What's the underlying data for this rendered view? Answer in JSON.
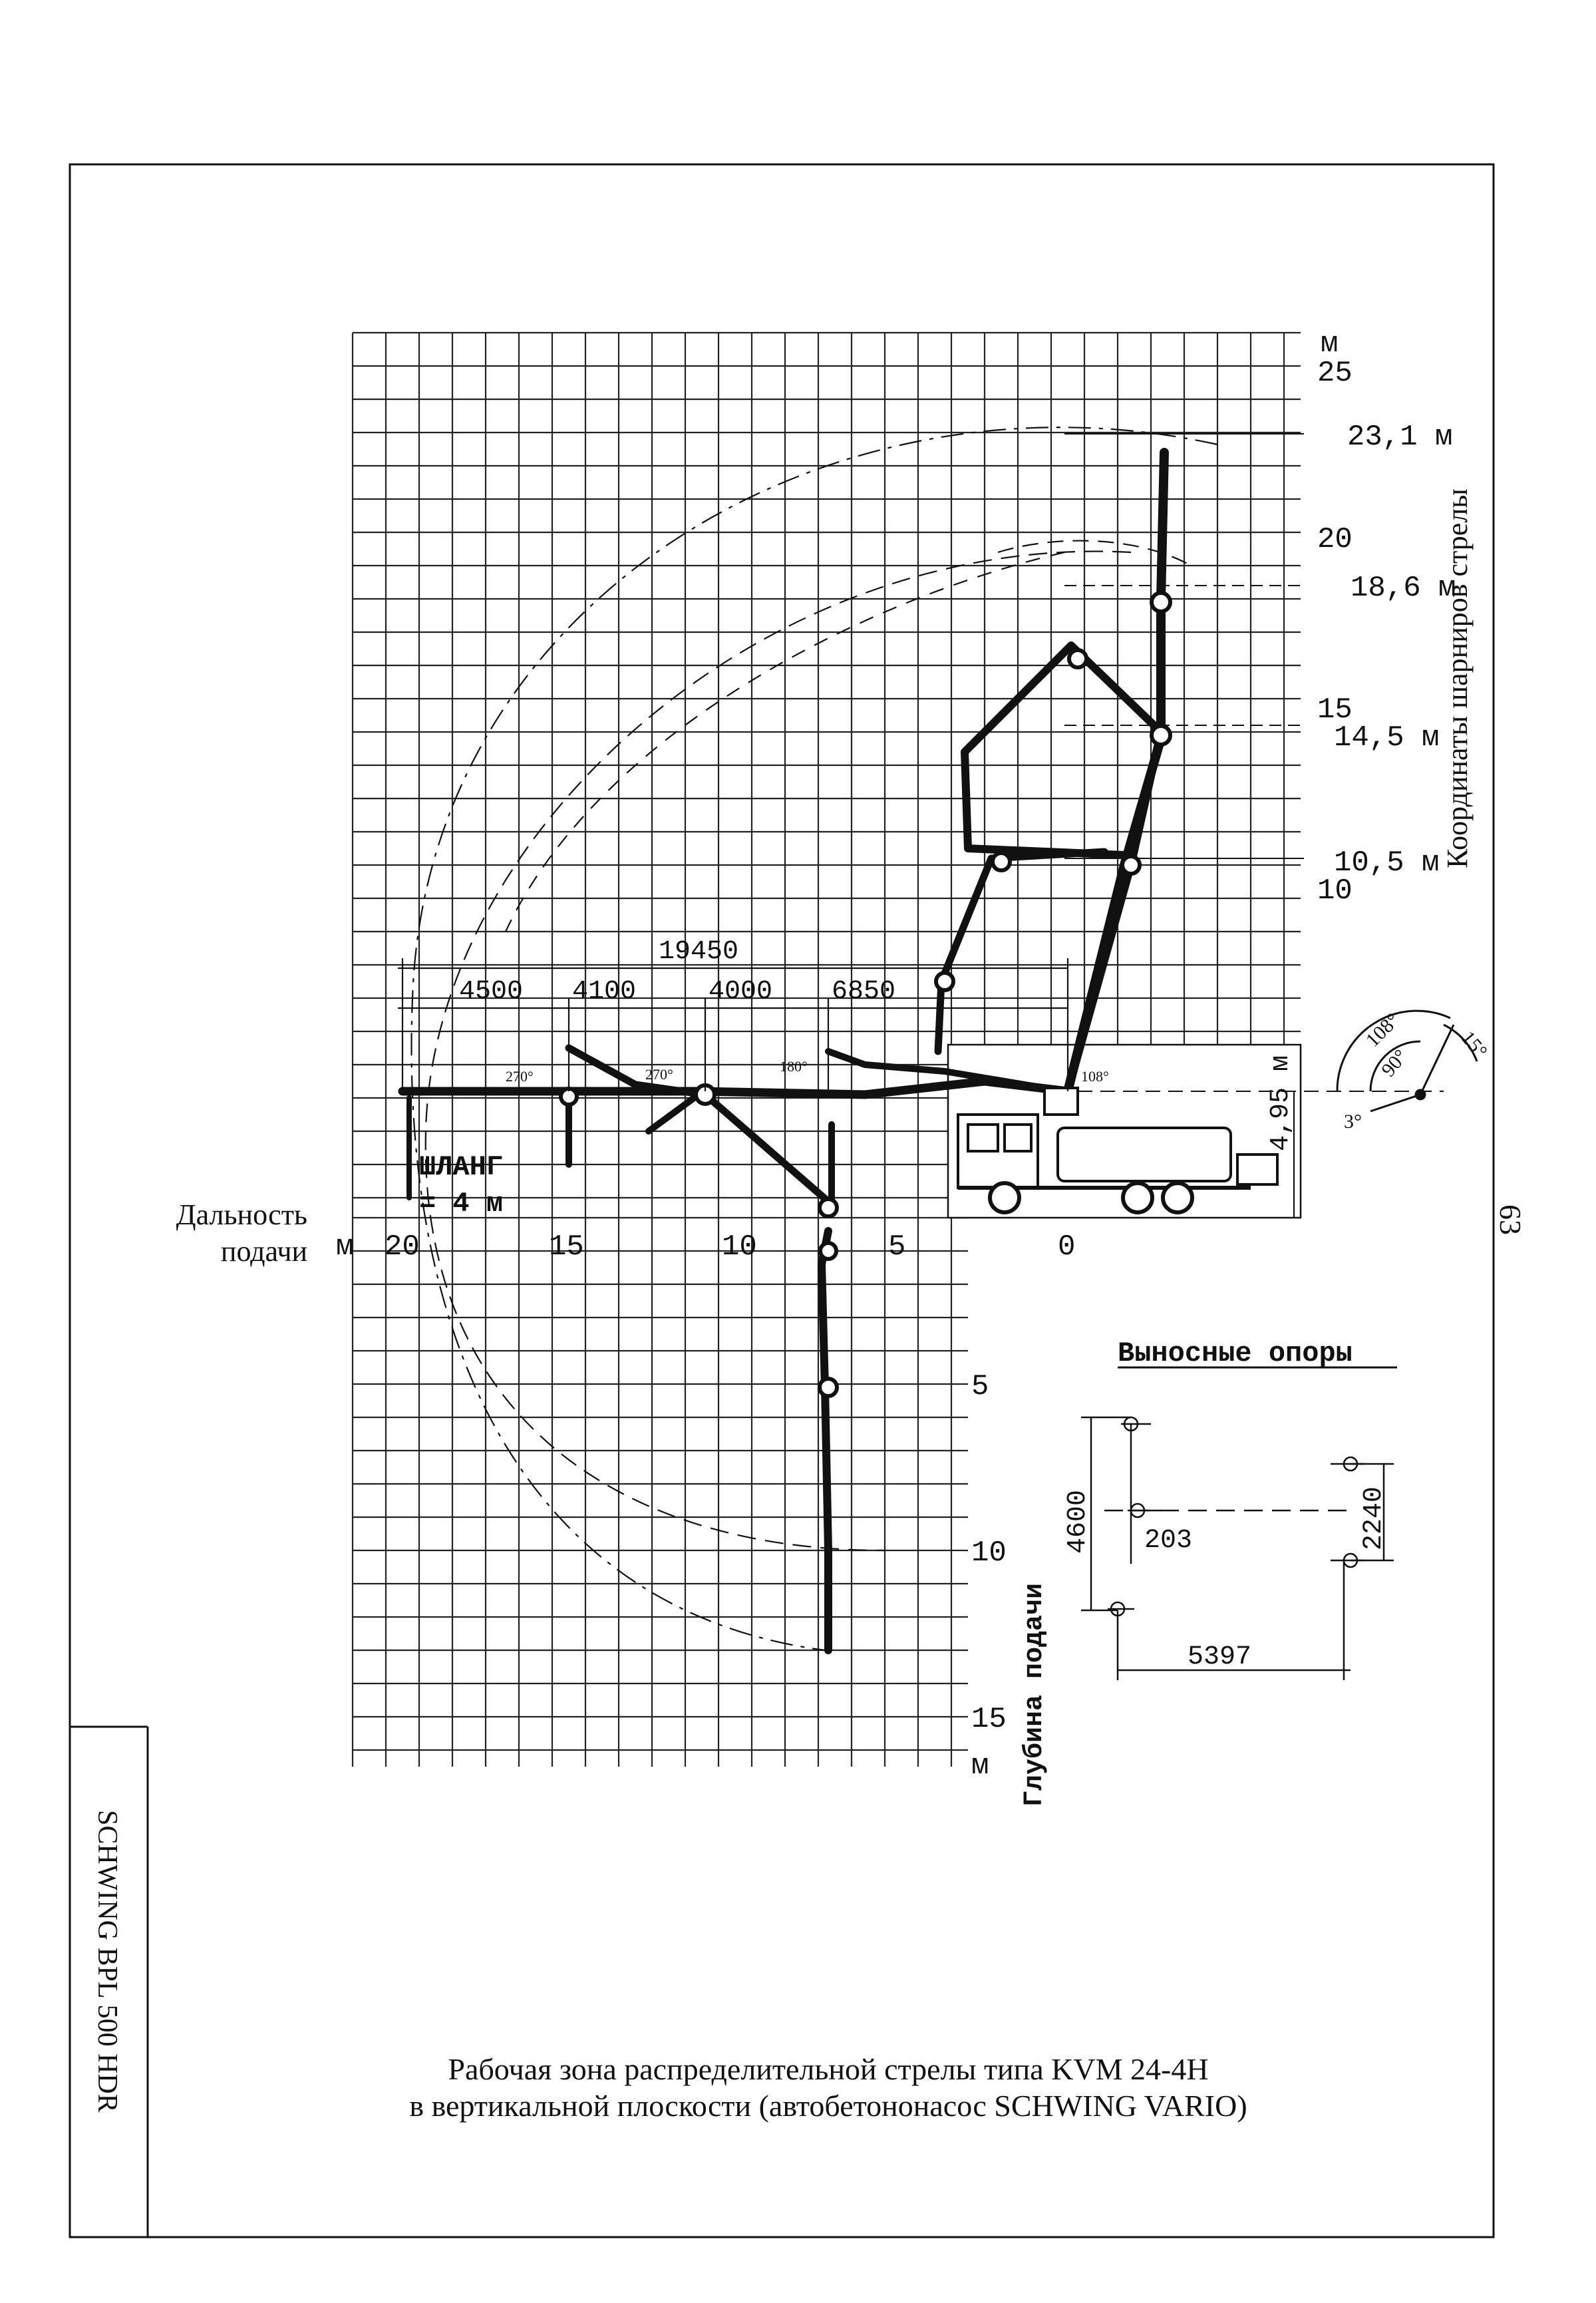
{
  "page_number": "63",
  "side_label": "SCHWING BPL 500 HDR",
  "caption": {
    "line1": "Рабочая зона распределительной стрелы типа KVM 24-4H",
    "line2": "в вертикальной плоскости (автобетононасос SCHWING VARIO)"
  },
  "axes": {
    "height_unit": "м",
    "height_axis_title": "Координаты шарниров стрелы",
    "height_ticks": [
      {
        "value": 10,
        "label": "10"
      },
      {
        "value": 15,
        "label": "15"
      },
      {
        "value": 20,
        "label": "20"
      },
      {
        "value": 25,
        "label": "25"
      }
    ],
    "height_marks": [
      {
        "value": 23.1,
        "label": "23,1 м"
      },
      {
        "value": 18.6,
        "label": "18,6 м"
      },
      {
        "value": 14.5,
        "label": "14,5 м"
      },
      {
        "value": 10.5,
        "label": "10,5 м"
      }
    ],
    "reach_title_line1": "Дальность",
    "reach_title_line2": "подачи",
    "reach_unit": "м",
    "reach_ticks": [
      {
        "value": 20,
        "label": "20"
      },
      {
        "value": 15,
        "label": "15"
      },
      {
        "value": 10,
        "label": "10"
      },
      {
        "value": 5,
        "label": "5"
      },
      {
        "value": 0,
        "label": "0"
      }
    ],
    "depth_title": "Глубина подачи",
    "depth_unit": "м",
    "depth_ticks": [
      {
        "value": 5,
        "label": "5"
      },
      {
        "value": 10,
        "label": "10"
      },
      {
        "value": 15,
        "label": "15"
      }
    ]
  },
  "dimensions": {
    "total": "19450",
    "sections": [
      "4500",
      "4100",
      "4000",
      "6850"
    ],
    "pivot_height": "4,95 м",
    "hose_line1": "ШЛАНГ",
    "hose_line2": "= 4 м"
  },
  "angles": {
    "fold_1": "270°",
    "fold_2": "270°",
    "fold_3": "180°",
    "base": "108°",
    "diagram": [
      "108°",
      "90°",
      "15°",
      "3°"
    ]
  },
  "outriggers": {
    "title": "Выносные опоры",
    "front_spread": "4600",
    "rear_spread": "2240",
    "offset": "203",
    "length": "5397"
  }
}
